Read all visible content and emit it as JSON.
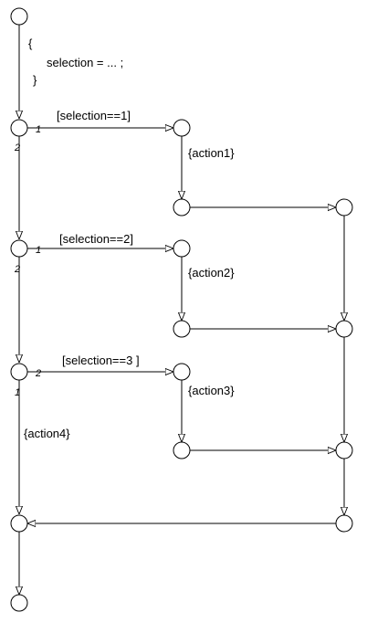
{
  "init_block": {
    "open_brace": "{",
    "statement": "selection = ... ;",
    "close_brace": "}"
  },
  "branches": [
    {
      "condition": "[selection==1]",
      "action": "{action1}",
      "transition_order": "1",
      "default_order": "2"
    },
    {
      "condition": "[selection==2]",
      "action": "{action2}",
      "transition_order": "1",
      "default_order": "2"
    },
    {
      "condition": "[selection==3 ]",
      "action": "{action3}",
      "transition_order": "2",
      "default_order": "1"
    }
  ],
  "default_action": "{action4}"
}
